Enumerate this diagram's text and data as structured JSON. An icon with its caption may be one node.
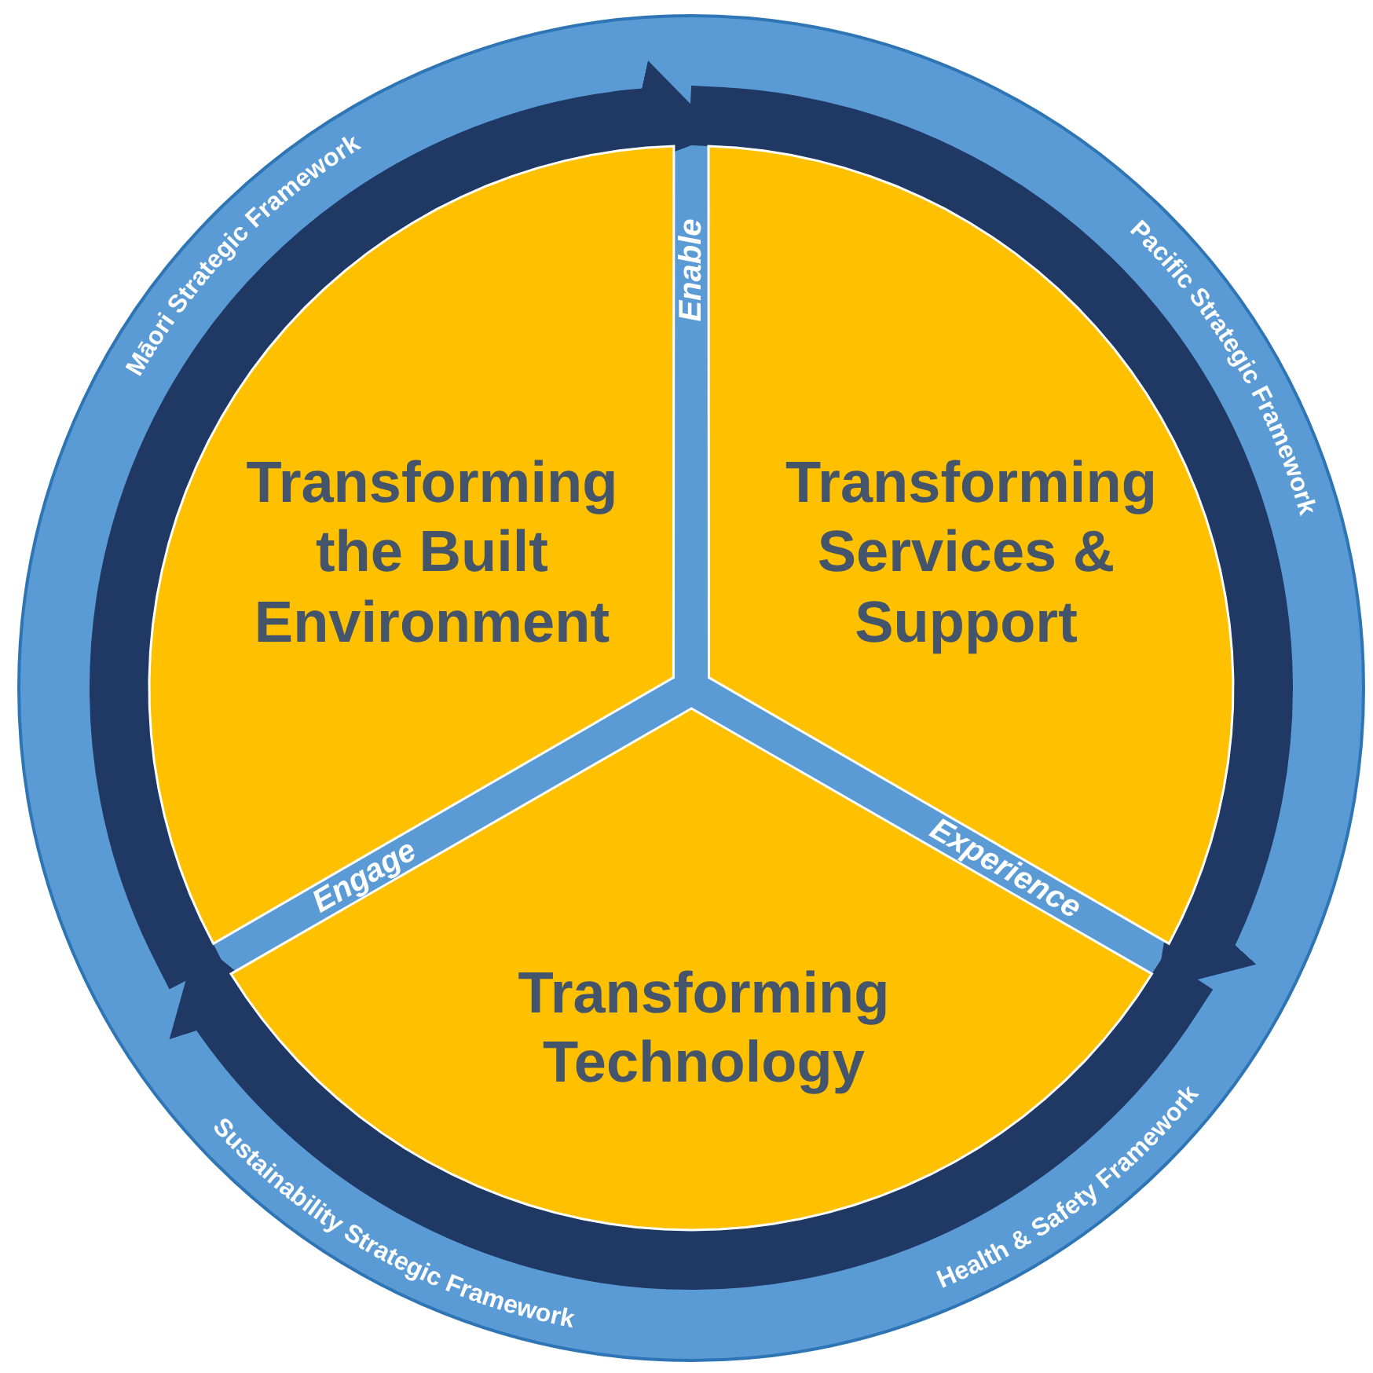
{
  "diagram": {
    "nodes": [
      {
        "text": [
          "Transforming the Built Environment"
        ]
      },
      {
        "text": [
          "Transforming Services & Support"
        ]
      },
      {
        "text": [
          "Transforming Technology"
        ]
      }
    ],
    "edges": [
      {
        "from": 0,
        "to": 1,
        "arrow": "to"
      },
      {
        "from": 1,
        "to": 2,
        "arrow": "to"
      },
      {
        "from": 2,
        "to": 0,
        "arrow": "to"
      }
    ],
    "labels": [
      "Māori Strategic Framework",
      "Enable",
      "Pacific Strategic Framework",
      "Engage",
      "Experience",
      "Sustainability Strategic Framework",
      "Health & Safety Framework"
    ]
  }
}
